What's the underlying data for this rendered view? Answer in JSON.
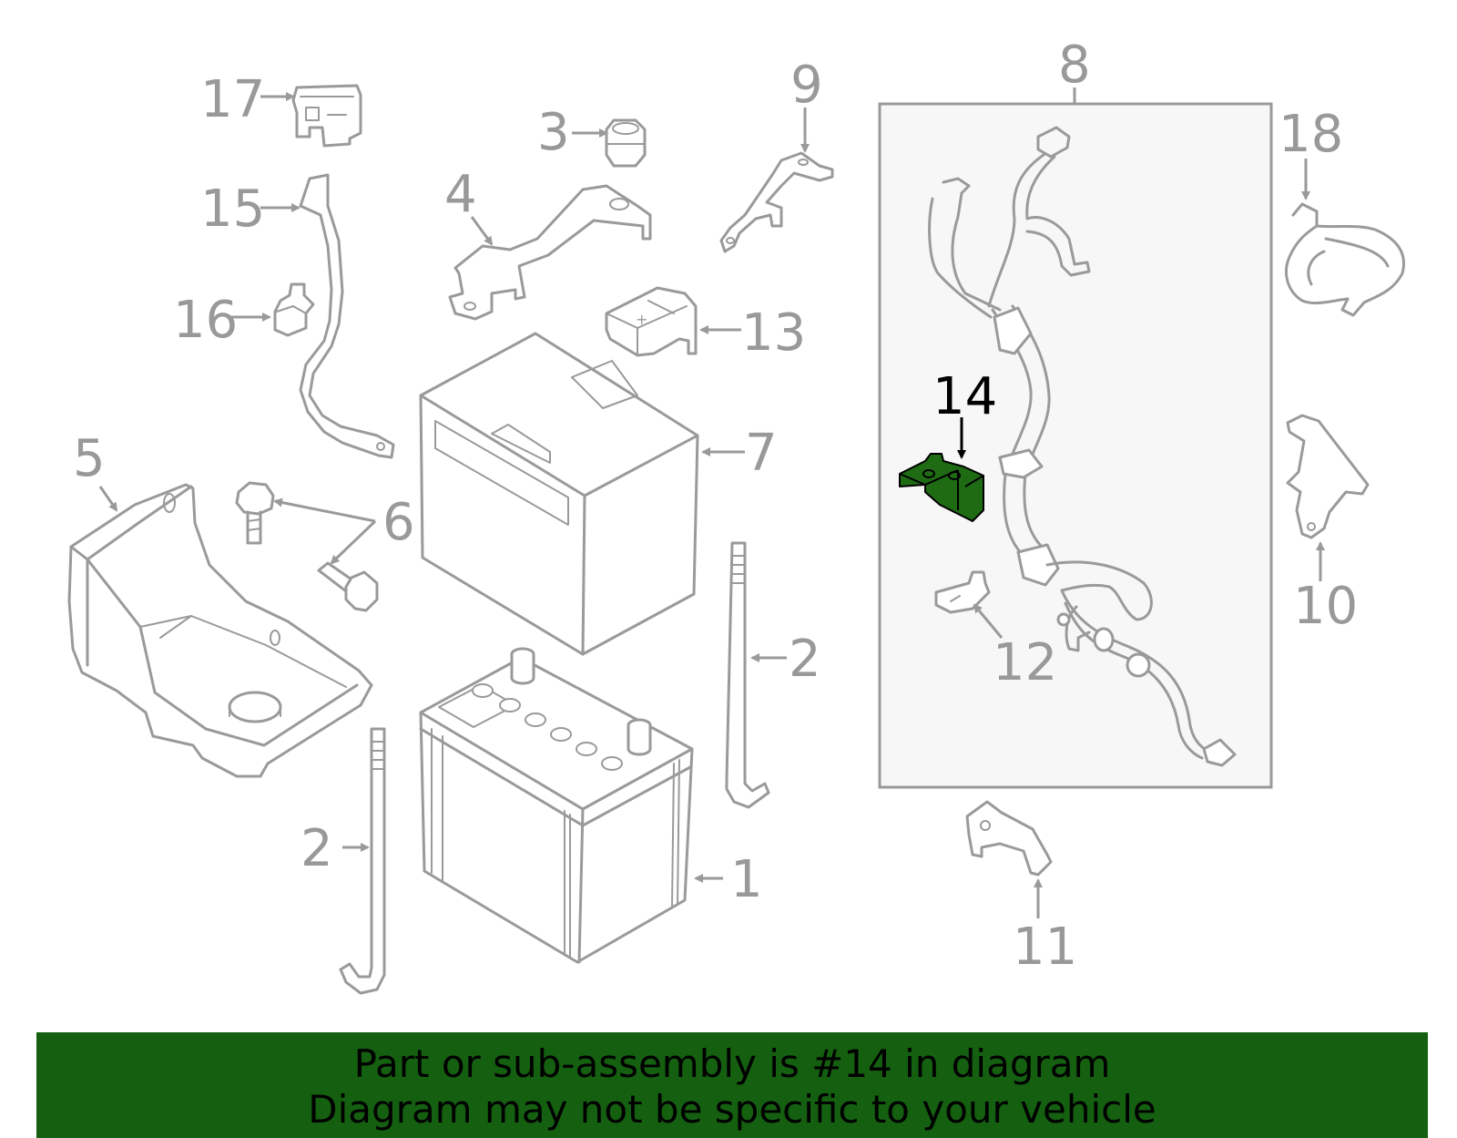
{
  "colors": {
    "part_stroke": "#9a9a9a",
    "highlight_part": "#1e6b14",
    "banner_bg": "#146010",
    "highlight_label": "#000000"
  },
  "callouts": {
    "c1": "1",
    "c2a": "2",
    "c2b": "2",
    "c3": "3",
    "c4": "4",
    "c5": "5",
    "c6": "6",
    "c7": "7",
    "c8": "8",
    "c9": "9",
    "c10": "10",
    "c11": "11",
    "c12": "12",
    "c13": "13",
    "c14": "14",
    "c15": "15",
    "c16": "16",
    "c17": "17",
    "c18": "18"
  },
  "highlighted_callout": "14",
  "banner": {
    "line1": "Part or sub-assembly is #14 in diagram",
    "line2": "Diagram may not be specific to your vehicle"
  }
}
